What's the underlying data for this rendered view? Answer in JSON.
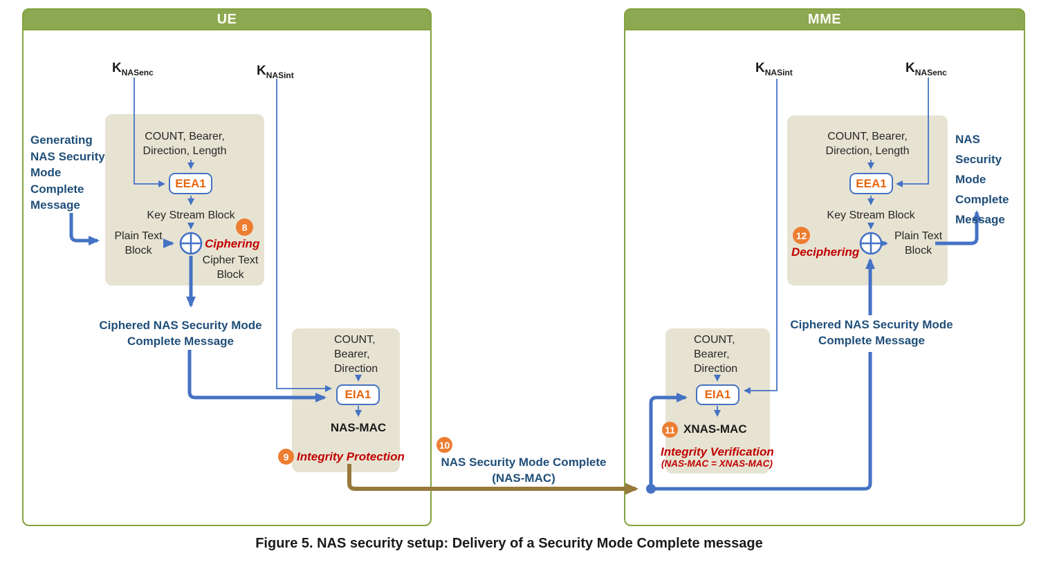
{
  "caption": "Figure 5. NAS security setup: Delivery of a Security Mode Complete message",
  "colors": {
    "panel_header_green": "#8CA851",
    "panel_border_green": "#84A23F",
    "process_box_beige": "#E7E3D2",
    "arrow_blue": "#4472C4",
    "label_blue": "#1F4E79",
    "step_label_red": "#C00000",
    "badge_orange": "#ED7D31",
    "algo_text_orange": "#E8650D",
    "message_arrow_brown": "#97793B"
  },
  "ue": {
    "title": "UE",
    "k_nasenc": {
      "base": "K",
      "sub": "NASenc"
    },
    "k_nasint": {
      "base": "K",
      "sub": "NASint"
    },
    "generating_label": {
      "lines": [
        "Generating",
        "NAS Security",
        "Mode",
        "Complete",
        "Message"
      ]
    },
    "cipher_box": {
      "params_line1": "COUNT, Bearer,",
      "params_line2": "Direction, Length",
      "algo": "EEA1",
      "key_stream": "Key Stream Block",
      "plain_line1": "Plain Text",
      "plain_line2": "Block",
      "cipher_line1": "Cipher Text",
      "cipher_line2": "Block",
      "step_badge": "8",
      "step_label": "Ciphering"
    },
    "ciphered_label": {
      "line1": "Ciphered NAS Security Mode",
      "line2": "Complete Message"
    },
    "integrity_box": {
      "params_line1": "COUNT,",
      "params_line2": "Bearer,",
      "params_line3": "Direction",
      "algo": "EIA1",
      "output": "NAS-MAC",
      "step_badge": "9",
      "step_label": "Integrity Protection"
    }
  },
  "message_arrow": {
    "step_badge": "10",
    "line1": "NAS Security Mode Complete",
    "line2": "(NAS-MAC)"
  },
  "mme": {
    "title": "MME",
    "k_nasint": {
      "base": "K",
      "sub": "NASint"
    },
    "k_nasenc": {
      "base": "K",
      "sub": "NASenc"
    },
    "integrity_box": {
      "params_line1": "COUNT,",
      "params_line2": "Bearer,",
      "params_line3": "Direction",
      "algo": "EIA1",
      "output": "XNAS-MAC",
      "step_badge": "11",
      "step_label": "Integrity Verification",
      "step_sublabel": "(NAS-MAC = XNAS-MAC)"
    },
    "ciphered_label": {
      "line1": "Ciphered NAS Security Mode",
      "line2": "Complete Message"
    },
    "decipher_box": {
      "params_line1": "COUNT, Bearer,",
      "params_line2": "Direction, Length",
      "algo": "EEA1",
      "key_stream": "Key Stream Block",
      "plain_line1": "Plain Text",
      "plain_line2": "Block",
      "step_badge": "12",
      "step_label": "Deciphering"
    },
    "nas_label": {
      "lines": [
        "NAS",
        "Security",
        "Mode",
        "Complete",
        "Message"
      ]
    }
  }
}
